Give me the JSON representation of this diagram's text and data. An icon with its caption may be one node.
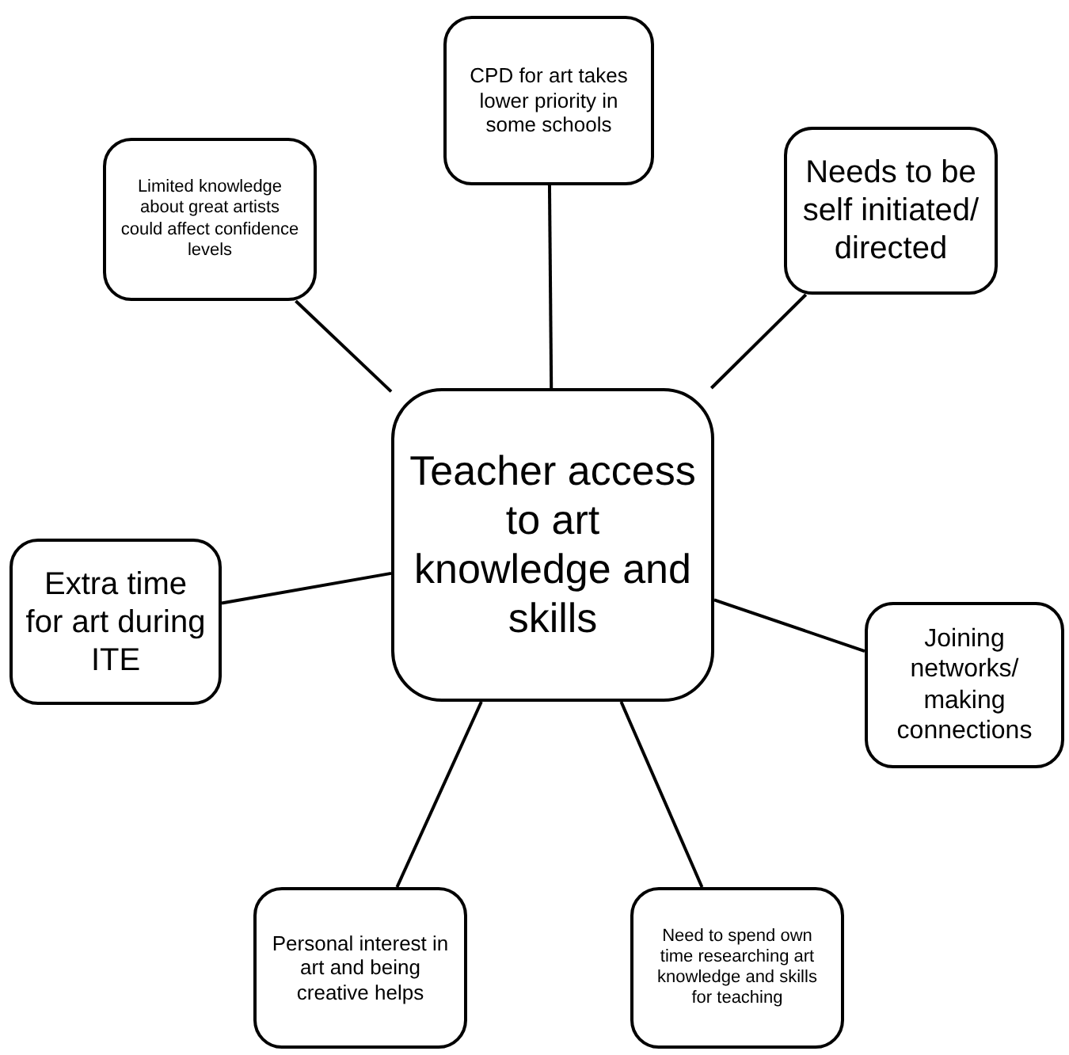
{
  "diagram": {
    "nodes": [
      {
        "text": [
          "CPD for art takes lower priority in some  schools"
        ]
      },
      {
        "text": [
          "Needs to be self initiated/ directed"
        ]
      },
      {
        "text": [
          "Limited knowledge about great artists could affect confidence levels"
        ]
      },
      {
        "text": [
          "Teacher access to art knowledge and skills"
        ]
      },
      {
        "text": [
          "Extra time for art during ITE"
        ]
      },
      {
        "text": [
          "Joining networks/ making connections"
        ]
      },
      {
        "text": [
          "Personal interest in art and being creative helps"
        ]
      },
      {
        "text": [
          "Need to spend own time researching art knowledge and skills for teaching"
        ]
      }
    ],
    "edges": [
      {
        "from": 3,
        "to": 0,
        "arrow": "none"
      },
      {
        "from": 3,
        "to": 1,
        "arrow": "none"
      },
      {
        "from": 3,
        "to": 2,
        "arrow": "none"
      },
      {
        "from": 3,
        "to": 4,
        "arrow": "none"
      },
      {
        "from": 3,
        "to": 5,
        "arrow": "none"
      },
      {
        "from": 3,
        "to": 6,
        "arrow": "none"
      },
      {
        "from": 3,
        "to": 7,
        "arrow": "none"
      }
    ]
  }
}
